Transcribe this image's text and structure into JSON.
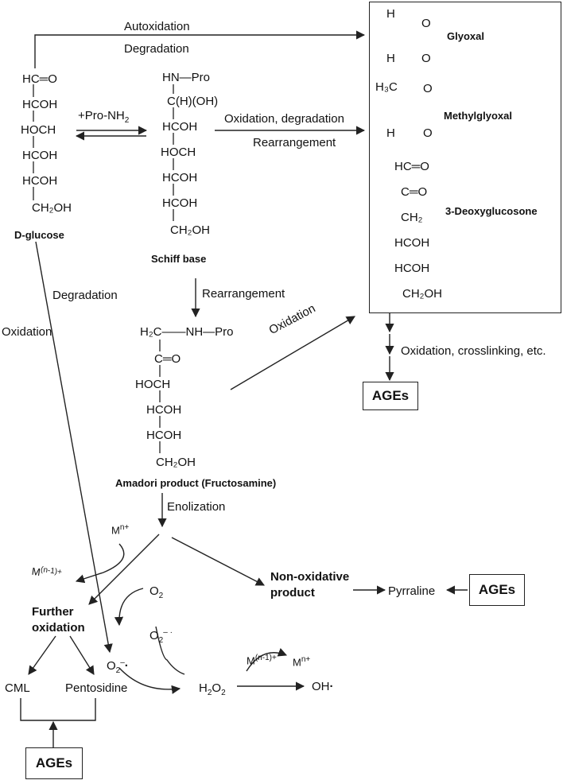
{
  "arrows": {
    "autoxidation": "Autoxidation",
    "degradation_top": "Degradation",
    "pro_nh2": "+Pro-NH",
    "pro_nh2_sub": "2",
    "oxidation_degradation": "Oxidation, degradation",
    "rearrangement_1": "Rearrangement",
    "rearrangement_2": "Rearrangement",
    "degradation_left": "Degradation",
    "oxidation_left": "Oxidation",
    "oxidation_diag": "Oxidation",
    "oxidation_crosslinking": "Oxidation, crosslinking, etc.",
    "enolization": "Enolization"
  },
  "glucose": {
    "lines": [
      "HC═O",
      "HCOH",
      "HOCH",
      "HCOH",
      "HCOH",
      "CH₂OH"
    ],
    "name": "D-glucose"
  },
  "schiff": {
    "lines": [
      "HN—Pro",
      "C(H)(OH)",
      "HCOH",
      "HOCH",
      "HCOH",
      "HCOH",
      "CH₂OH"
    ],
    "name": "Schiff base"
  },
  "amadori": {
    "lines": [
      "H₂C——NH—Pro",
      "C═O",
      "HOCH",
      "HCOH",
      "HCOH",
      "CH₂OH"
    ],
    "name": "Amadori product (Fructosamine)"
  },
  "dicarbonyls": {
    "glyoxal": "Glyoxal",
    "methylglyoxal": "Methylglyoxal",
    "deoxyglucosone": "3-Deoxyglucosone",
    "glyoxal_atoms": [
      "H",
      "O",
      "H",
      "O"
    ],
    "methylglyoxal_atoms": [
      "H₃C",
      "O",
      "H",
      "O"
    ],
    "deoxy_lines": [
      "HC═O",
      "C═O",
      "CH₂",
      "HCOH",
      "HCOH",
      "CH₂OH"
    ]
  },
  "bottom": {
    "mn_plus": "M",
    "mn_plus_sup": "n+",
    "mn1_left": "M",
    "mn1_left_sup": "(n-1)+",
    "o2": "O",
    "o2_sub": "2",
    "o2_radical_a": "O",
    "o2_radical_b": "O",
    "further_oxidation_1": "Further",
    "further_oxidation_2": "oxidation",
    "non_oxidative_1": "Non-oxidative",
    "non_oxidative_2": "product",
    "pyrraline": "Pyrraline",
    "h2o2": "H",
    "h2o2_tail": "O",
    "mn1_right": "M",
    "mn1_right_sup": "(n-1)+",
    "mn_right": "M",
    "mn_right_sup": "n+",
    "oh_radical": "OH",
    "cml": "CML",
    "pentosidine": "Pentosidine"
  },
  "ages_label": "AGEs"
}
